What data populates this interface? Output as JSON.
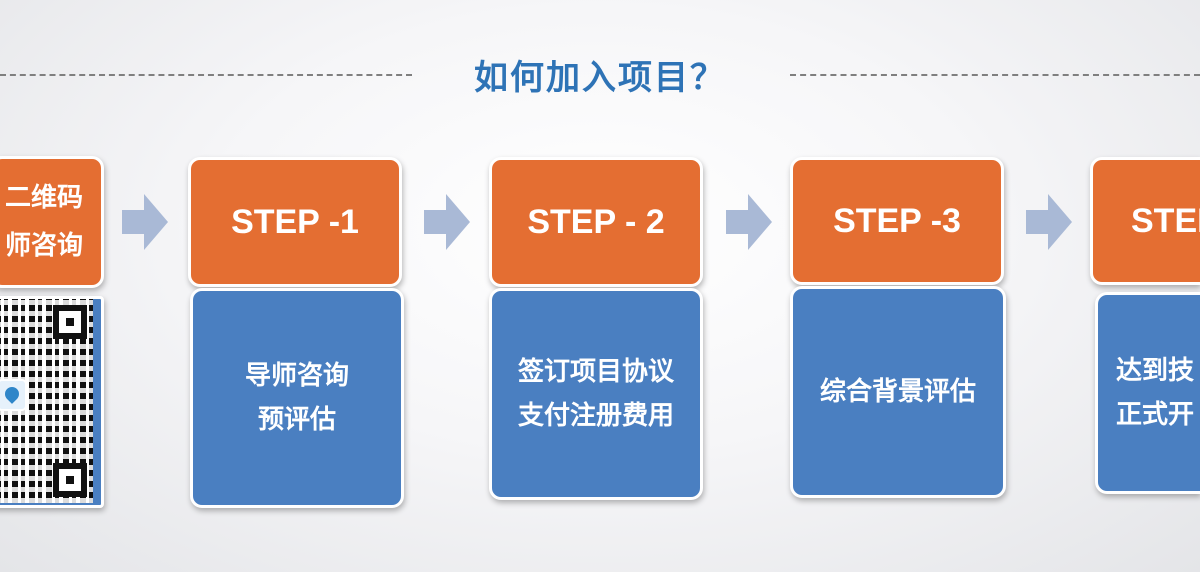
{
  "title": "如何加入项目？",
  "start": {
    "line1": "二维码",
    "line2": "师咨询"
  },
  "steps": [
    {
      "label": "STEP -1",
      "lines": [
        "导师咨询",
        "预评估"
      ]
    },
    {
      "label": "STEP - 2",
      "lines": [
        "签订项目协议",
        "支付注册费用"
      ]
    },
    {
      "label": "STEP -3",
      "lines": [
        "综合背景评估"
      ]
    },
    {
      "label": "STEP",
      "lines": [
        "达到技",
        "正式开"
      ]
    }
  ],
  "colors": {
    "title": "#2e73b6",
    "orange": "#e46e32",
    "blue": "#4a7fc1",
    "arrow": "#a9b9d6"
  },
  "icons": [
    "qr-code-icon",
    "water-drop-logo-icon",
    "arrow-right-icon"
  ]
}
